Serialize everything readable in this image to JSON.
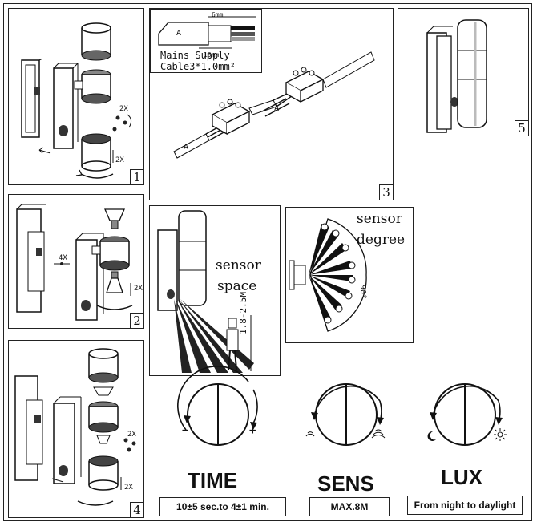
{
  "panels": [
    {
      "number": "1"
    },
    {
      "number": "2"
    },
    {
      "number": "3"
    },
    {
      "number": "4"
    },
    {
      "number": "5"
    }
  ],
  "wiring": {
    "top_dim": "6mm",
    "bottom_dim": "10mm",
    "conductor": "A",
    "caption_line1": "Mains Supply",
    "caption_line2": "Cable3*1.0mm²"
  },
  "sensor_space": {
    "line1": "sensor",
    "line2": "space",
    "height": "1.8-2.5M"
  },
  "sensor_degree": {
    "line1": "sensor",
    "line2": "degree",
    "angle": "90°"
  },
  "step_labels": {
    "rotate_2x": "2X",
    "screws_4x": "4X"
  },
  "dials": [
    {
      "title": "TIME",
      "value": "10±5 sec.to 4±1 min.",
      "left_symbol": "−",
      "right_symbol": "+"
    },
    {
      "title": "SENS",
      "value": "MAX.8M"
    },
    {
      "title": "LUX",
      "value": "From night to daylight"
    }
  ]
}
